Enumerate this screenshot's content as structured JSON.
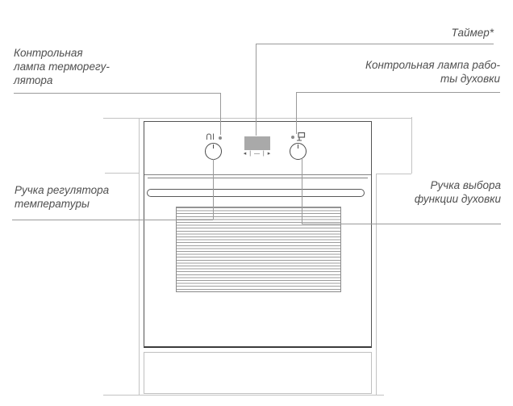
{
  "labels": {
    "thermostat_lamp": {
      "line1": "Контрольная",
      "line2": "лампа терморегу-",
      "line3": "лятора"
    },
    "timer": {
      "text": "Таймер*"
    },
    "oven_lamp": {
      "line1": "Контрольная лампа рабо-",
      "line2": "ты духовки"
    },
    "temperature_knob": {
      "line1": "Ручка регулятора",
      "line2": "температуры"
    },
    "function_knob": {
      "line1": "Ручка выбора",
      "line2": "функции духовки"
    }
  },
  "control_panel": {
    "display_buttons": "◂ | — | ▸",
    "icons": {
      "left": "thermostat-icon",
      "right": "oven-function-icon"
    }
  },
  "colors": {
    "oven_outline": "#545454",
    "cabinet_lines": "#c3c3c3",
    "leader_lines": "#9a9a9a",
    "label_text": "#4f4f4f",
    "display_fill": "#a9a9a9"
  }
}
